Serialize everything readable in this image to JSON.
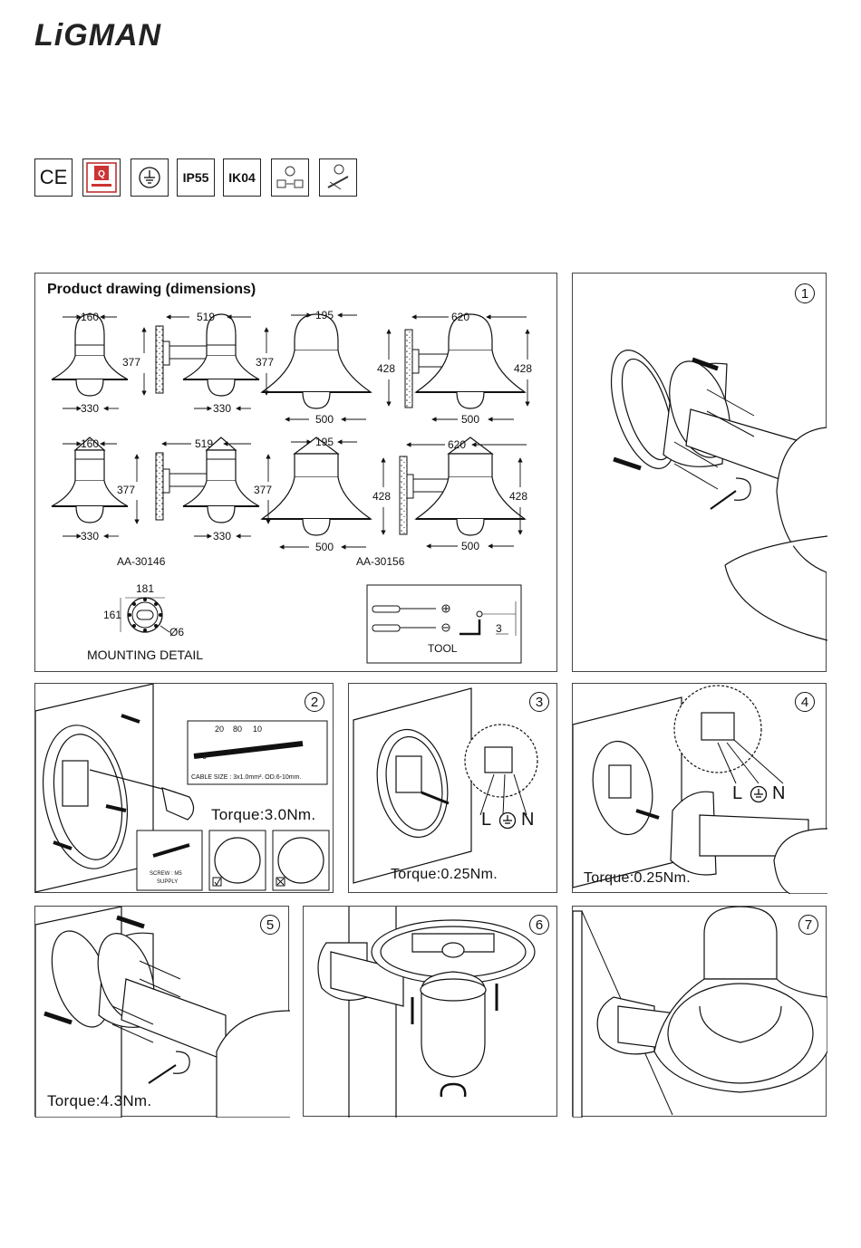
{
  "brand": "LiGMAN",
  "certifications": [
    {
      "icon": "ce-mark-icon",
      "label": "CE"
    },
    {
      "icon": "quality-seal-icon",
      "label": ""
    },
    {
      "icon": "earth-ground-icon",
      "label": ""
    },
    {
      "icon": "ip-rating-icon",
      "label": "IP55"
    },
    {
      "icon": "ik-rating-icon",
      "label": "IK04"
    },
    {
      "icon": "lamp-type-icon",
      "label": ""
    },
    {
      "icon": "lamp-bulb-icon",
      "label": ""
    }
  ],
  "product_drawing": {
    "title": "Product drawing (dimensions)",
    "row1": {
      "a_top": "160",
      "a_bottom": "330",
      "a_height": "377",
      "b_top": "519",
      "b_bottom": "330",
      "b_height": "377",
      "c_top": "195",
      "c_bottom": "500",
      "d_top": "620",
      "d_bottom": "500",
      "d_height_left": "428",
      "d_height_right": "428"
    },
    "row2": {
      "a_top": "160",
      "a_bottom": "330",
      "a_height": "377",
      "b_top": "519",
      "b_bottom": "330",
      "b_height": "377",
      "c_top": "195",
      "c_bottom": "500",
      "d_top": "620",
      "d_bottom": "500",
      "d_height_left": "428",
      "d_height_right": "428"
    },
    "model_left": "AA-30146",
    "model_right": "AA-30156",
    "mounting": {
      "width": "181",
      "height": "161",
      "hole": "Ø6",
      "label": "MOUNTING DETAIL"
    },
    "tool": {
      "label": "TOOL",
      "size": "3"
    }
  },
  "steps": {
    "s1": "1",
    "s2": "2",
    "s3": "3",
    "s4": "4",
    "s5": "5",
    "s6": "6",
    "s7": "7"
  },
  "step2": {
    "torque": "Torque:3.0Nm.",
    "strip_a": "20",
    "strip_b": "80",
    "strip_c": "10",
    "strip_d": "6",
    "cable": "CABLE SIZE : 3x1.0mm². OD.6-10mm.",
    "screw_line1": "SCREW : M5",
    "screw_line2": "SUPPLY"
  },
  "step3": {
    "torque": "Torque:0.25Nm.",
    "l": "L",
    "n": "N"
  },
  "step4": {
    "torque": "Torque:0.25Nm.",
    "l": "L",
    "n": "N"
  },
  "step5": {
    "torque": "Torque:4.3Nm."
  }
}
